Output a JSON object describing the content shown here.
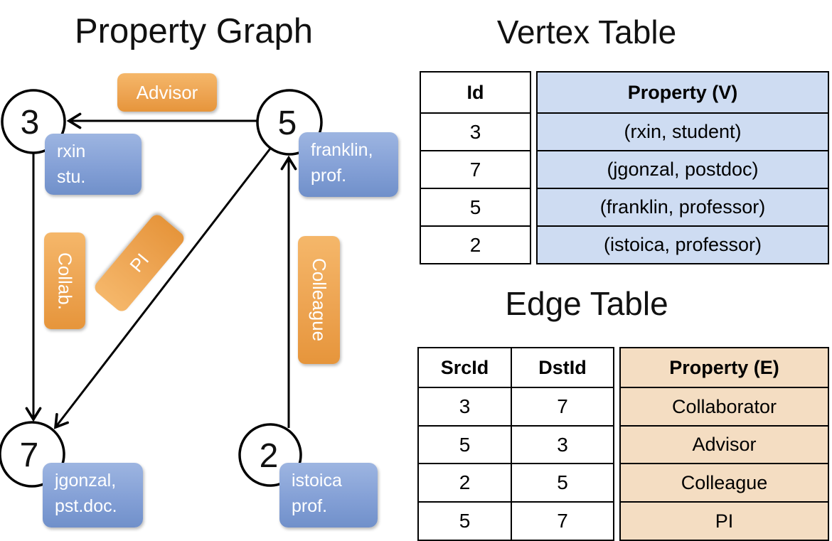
{
  "graph": {
    "title": "Property Graph",
    "nodes": [
      {
        "id": "3",
        "prop_line1": "rxin",
        "prop_line2": "stu."
      },
      {
        "id": "5",
        "prop_line1": "franklin,",
        "prop_line2": "prof."
      },
      {
        "id": "7",
        "prop_line1": "jgonzal,",
        "prop_line2": "pst.doc."
      },
      {
        "id": "2",
        "prop_line1": "istoica",
        "prop_line2": "prof."
      }
    ],
    "edges": [
      {
        "label": "Advisor",
        "src": "5",
        "dst": "3"
      },
      {
        "label": "Collab.",
        "src": "3",
        "dst": "7"
      },
      {
        "label": "PI",
        "src": "5",
        "dst": "7"
      },
      {
        "label": "Colleague",
        "src": "2",
        "dst": "5"
      }
    ]
  },
  "vertex_table": {
    "title": "Vertex Table",
    "columns": [
      "Id",
      "Property (V)"
    ],
    "rows": [
      {
        "id": "3",
        "property": "(rxin, student)"
      },
      {
        "id": "7",
        "property": "(jgonzal, postdoc)"
      },
      {
        "id": "5",
        "property": "(franklin, professor)"
      },
      {
        "id": "2",
        "property": "(istoica, professor)"
      }
    ]
  },
  "edge_table": {
    "title": "Edge Table",
    "columns": [
      "SrcId",
      "DstId",
      "Property (E)"
    ],
    "rows": [
      {
        "src": "3",
        "dst": "7",
        "property": "Collaborator"
      },
      {
        "src": "5",
        "dst": "3",
        "property": "Advisor"
      },
      {
        "src": "2",
        "dst": "5",
        "property": "Colleague"
      },
      {
        "src": "5",
        "dst": "7",
        "property": "PI"
      }
    ]
  },
  "colors": {
    "edge_label_orange": "#ec9f46",
    "vertex_property_blue": "#84a0d6",
    "vertex_table_fill": "#cedcf2",
    "edge_table_fill": "#f4ddc2",
    "line_black": "#000000"
  }
}
